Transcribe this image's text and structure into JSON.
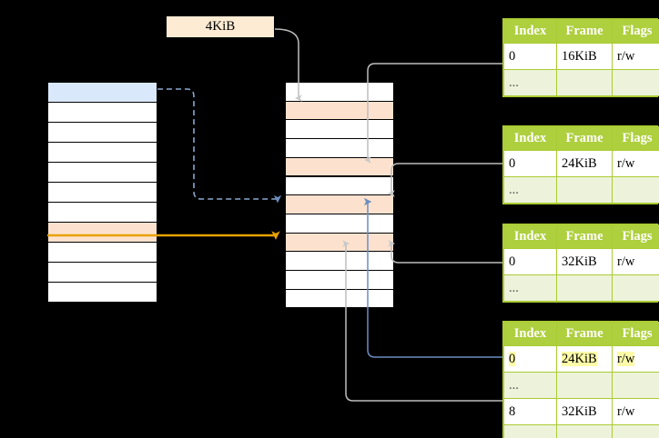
{
  "diagram": {
    "title": "page-table-walk-diagram",
    "page_size_label": {
      "text": "4KiB"
    },
    "colors": {
      "highlight_blue": "#DAE8FC",
      "highlight_peach": "#FCE2CE",
      "tag_background": "#FDEBD3",
      "table_header_green": "#AECF3E",
      "table_border_green": "#AACC33",
      "table_alt_row": "#EDF2DA",
      "yellow_highlight": "#FFFBA8",
      "arrow_orange": "#E8A200",
      "arrow_blue": "#6C8EBF",
      "arrow_grey": "#B3B3B3"
    },
    "left_column": {
      "name": "virtual-address-space",
      "rows": [
        {
          "label": "",
          "fill": "blue"
        },
        {
          "label": "",
          "fill": "white"
        },
        {
          "label": "",
          "fill": "white"
        },
        {
          "label": "",
          "fill": "white"
        },
        {
          "label": "",
          "fill": "white"
        },
        {
          "label": "",
          "fill": "white"
        },
        {
          "label": "",
          "fill": "white"
        },
        {
          "label": "",
          "fill": "peach"
        },
        {
          "label": "",
          "fill": "white"
        },
        {
          "label": "",
          "fill": "white"
        },
        {
          "label": "",
          "fill": "white"
        }
      ]
    },
    "middle_column": {
      "name": "physical-memory",
      "rows": [
        {
          "label": "",
          "fill": "white"
        },
        {
          "label": "",
          "fill": "peach"
        },
        {
          "label": "",
          "fill": "white"
        },
        {
          "label": "",
          "fill": "white"
        },
        {
          "label": "",
          "fill": "peach"
        },
        {
          "label": "",
          "fill": "white"
        },
        {
          "label": "",
          "fill": "peach"
        },
        {
          "label": "",
          "fill": "white"
        },
        {
          "label": "",
          "fill": "peach"
        },
        {
          "label": "",
          "fill": "white"
        },
        {
          "label": "",
          "fill": "white"
        },
        {
          "label": "",
          "fill": "white"
        }
      ]
    },
    "tables": [
      {
        "name": "page-table-level-1",
        "headers": [
          "Index",
          "Frame",
          "Flags"
        ],
        "rows": [
          {
            "cells": [
              "0",
              "16KiB",
              "r/w"
            ],
            "alt": false,
            "highlight": false
          },
          {
            "cells": [
              "...",
              "",
              ""
            ],
            "alt": true,
            "highlight": false
          }
        ]
      },
      {
        "name": "page-table-level-2",
        "headers": [
          "Index",
          "Frame",
          "Flags"
        ],
        "rows": [
          {
            "cells": [
              "0",
              "24KiB",
              "r/w"
            ],
            "alt": false,
            "highlight": false
          },
          {
            "cells": [
              "...",
              "",
              ""
            ],
            "alt": true,
            "highlight": false
          }
        ]
      },
      {
        "name": "page-table-level-3",
        "headers": [
          "Index",
          "Frame",
          "Flags"
        ],
        "rows": [
          {
            "cells": [
              "0",
              "32KiB",
              "r/w"
            ],
            "alt": false,
            "highlight": false
          },
          {
            "cells": [
              "...",
              "",
              ""
            ],
            "alt": true,
            "highlight": false
          }
        ]
      },
      {
        "name": "page-table-level-4",
        "headers": [
          "Index",
          "Frame",
          "Flags"
        ],
        "rows": [
          {
            "cells": [
              "0",
              "24KiB",
              "r/w"
            ],
            "alt": false,
            "highlight": true
          },
          {
            "cells": [
              "...",
              "",
              ""
            ],
            "alt": true,
            "highlight": false
          },
          {
            "cells": [
              "8",
              "32KiB",
              "r/w"
            ],
            "alt": false,
            "highlight": false
          },
          {
            "cells": [
              "...",
              "",
              ""
            ],
            "alt": true,
            "highlight": false
          }
        ]
      }
    ]
  }
}
